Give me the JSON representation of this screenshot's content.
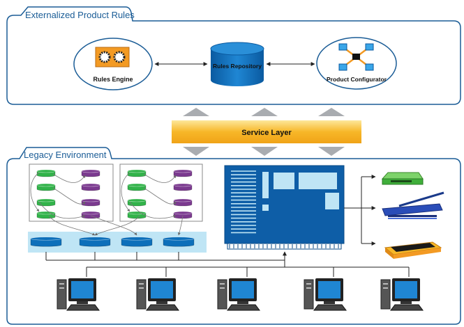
{
  "sections": {
    "top": {
      "title": "Externalized Product Rules"
    },
    "bottom": {
      "title": "Legacy Environment"
    }
  },
  "nodes": {
    "rules_engine": {
      "label": "Rules Engine",
      "icon": "gears-icon"
    },
    "rules_repository": {
      "label": "Rules Repository",
      "icon": "database-icon"
    },
    "product_configurator": {
      "label": "Product Configurator",
      "icon": "network-icon"
    },
    "service_layer": {
      "label": "Service Layer"
    }
  },
  "colors": {
    "frame": "#1a5c96",
    "blue": "#0d6fba",
    "mainframe": "#0e5ea7",
    "service_layer": "#f7b728",
    "arrow_gray": "#a9acb0",
    "green_db": "#32b34a",
    "purple_db": "#7b3a8f",
    "cluster_bg": "#bfe5f5",
    "orange_icon": "#f39a23"
  },
  "devices": [
    "green-drive-icon",
    "scanner-icon",
    "printer-tray-icon"
  ],
  "workstations": [
    "workstation-icon",
    "workstation-icon",
    "workstation-icon",
    "workstation-icon",
    "workstation-icon"
  ]
}
